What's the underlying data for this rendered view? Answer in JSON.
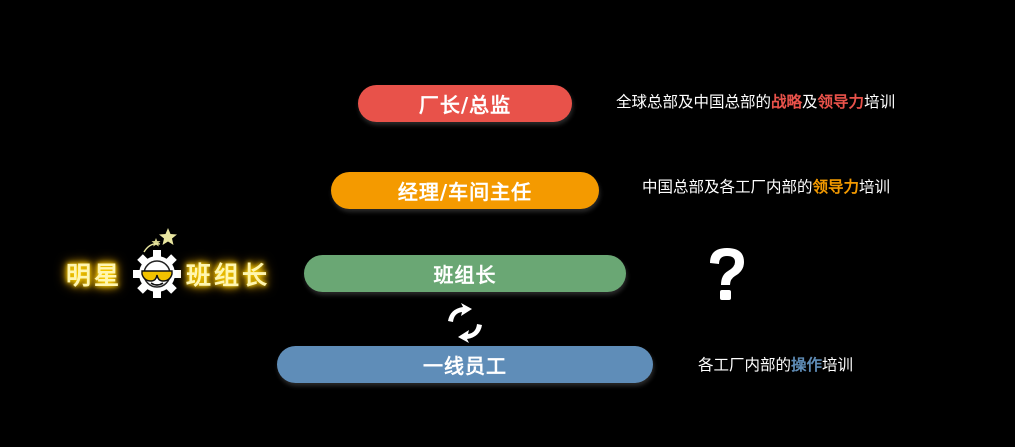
{
  "colors": {
    "background": "#000000",
    "level_factory_director": "#e8524a",
    "level_manager": "#f49a00",
    "level_team_leader": "#6aa774",
    "level_frontline": "#5f8db8",
    "text": "#ffffff",
    "logo_glow": "#ffd400"
  },
  "logo": {
    "text_left": "明星",
    "text_right": "班组长",
    "icon": "gear-sunglasses-icon"
  },
  "levels": [
    {
      "label": "厂长/总监",
      "color": "#e8524a"
    },
    {
      "label": "经理/车间主任",
      "color": "#f49a00"
    },
    {
      "label": "班组长",
      "color": "#6aa774"
    },
    {
      "label": "一线员工",
      "color": "#5f8db8"
    }
  ],
  "descriptions": [
    {
      "prefix": "全球总部及中国总部的",
      "highlight1": "战略",
      "highlight1_color": "#e8524a",
      "middle": "及",
      "highlight2": "领导力",
      "highlight2_color": "#e8524a",
      "suffix": "培训"
    },
    {
      "prefix": "中国总部及各工厂内部的",
      "highlight1": "领导力",
      "highlight1_color": "#f49a00",
      "suffix": "培训"
    },
    {
      "prefix": "各工厂内部的",
      "highlight1": "操作",
      "highlight1_color": "#5f8db8",
      "suffix": "培训"
    }
  ],
  "team_leader_description_icon": "question-mark-icon",
  "interaction_icon": "cycle-arrows-icon"
}
